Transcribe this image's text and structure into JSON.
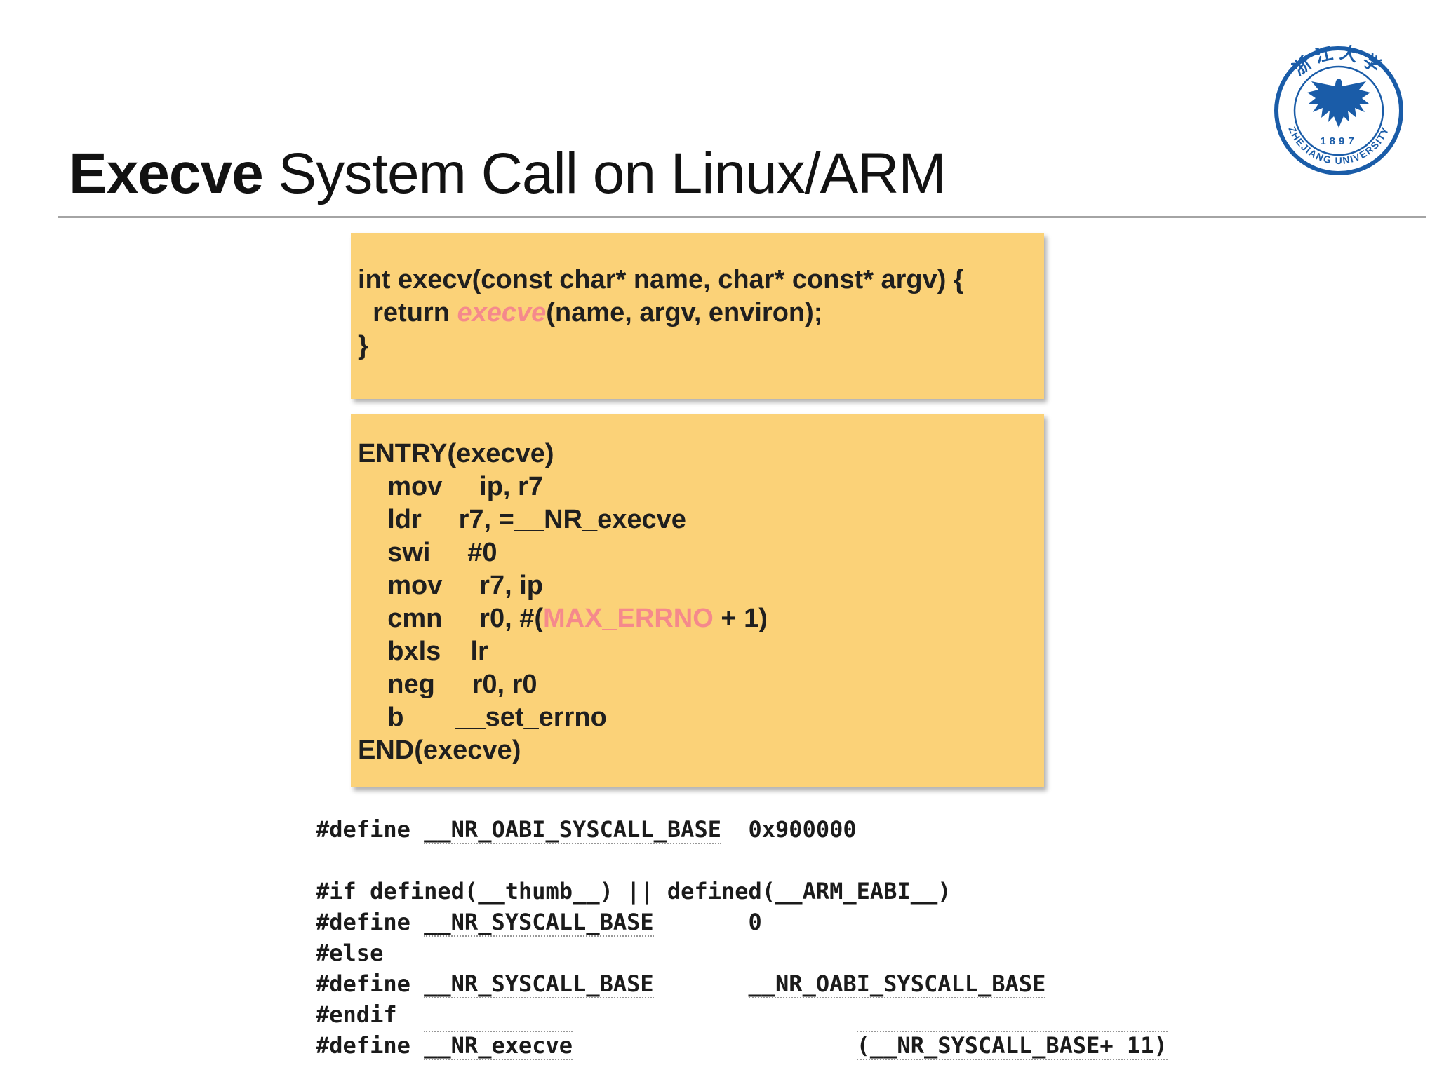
{
  "slide": {
    "title": {
      "bold": "Execve",
      "rest": " System Call on Linux/ARM"
    },
    "colors": {
      "box_bg": "#FBD278",
      "highlight": "#F5898C",
      "logo_blue": "#1A5CA8",
      "divider": "#A4A4A4"
    },
    "logo": {
      "icon": "zhejiang-university-seal",
      "chinese_name": "浙江大学",
      "year": "1897",
      "university": "ZHEJIANG UNIVERSITY"
    },
    "c_box": {
      "line1": "int execv(const char* name, char* const* argv) {",
      "line2_pre": "  return ",
      "line2_hl": "execve",
      "line2_post": "(name, argv, environ);",
      "line3": "}"
    },
    "asm_box": {
      "line1": "ENTRY(execve)",
      "line2": "    mov     ip, r7",
      "line3": "    ldr     r7, =__NR_execve",
      "line4": "    swi     #0",
      "line5": "    mov     r7, ip",
      "line6_pre": "    cmn     r0, #(",
      "line6_hl": "MAX_ERRNO",
      "line6_post": " + 1)",
      "line7": "    bxls    lr",
      "line8": "    neg     r0, r0",
      "line9": "    b       __set_errno",
      "line10": "END(execve)"
    },
    "defines": {
      "l1_a": "#define ",
      "l1_b": "__NR_OABI_SYSCALL_BASE",
      "l1_c": "  0x900000",
      "l2": " ",
      "l3": "#if defined(__thumb__) || defined(__ARM_EABI__)",
      "l4_a": "#define ",
      "l4_b": "__NR_SYSCALL_BASE",
      "l4_c": "       0",
      "l5": "#else",
      "l6_a": "#define ",
      "l6_b": "__NR_SYSCALL_BASE",
      "l6_c": "       ",
      "l6_d": "__NR_OABI_SYSCALL_BASE",
      "l7": "#endif",
      "l8_a": "#define ",
      "l8_b": "__NR_execve",
      "l8_c": "                     ",
      "l8_d": "(__NR_SYSCALL_BASE+ 11)"
    }
  }
}
